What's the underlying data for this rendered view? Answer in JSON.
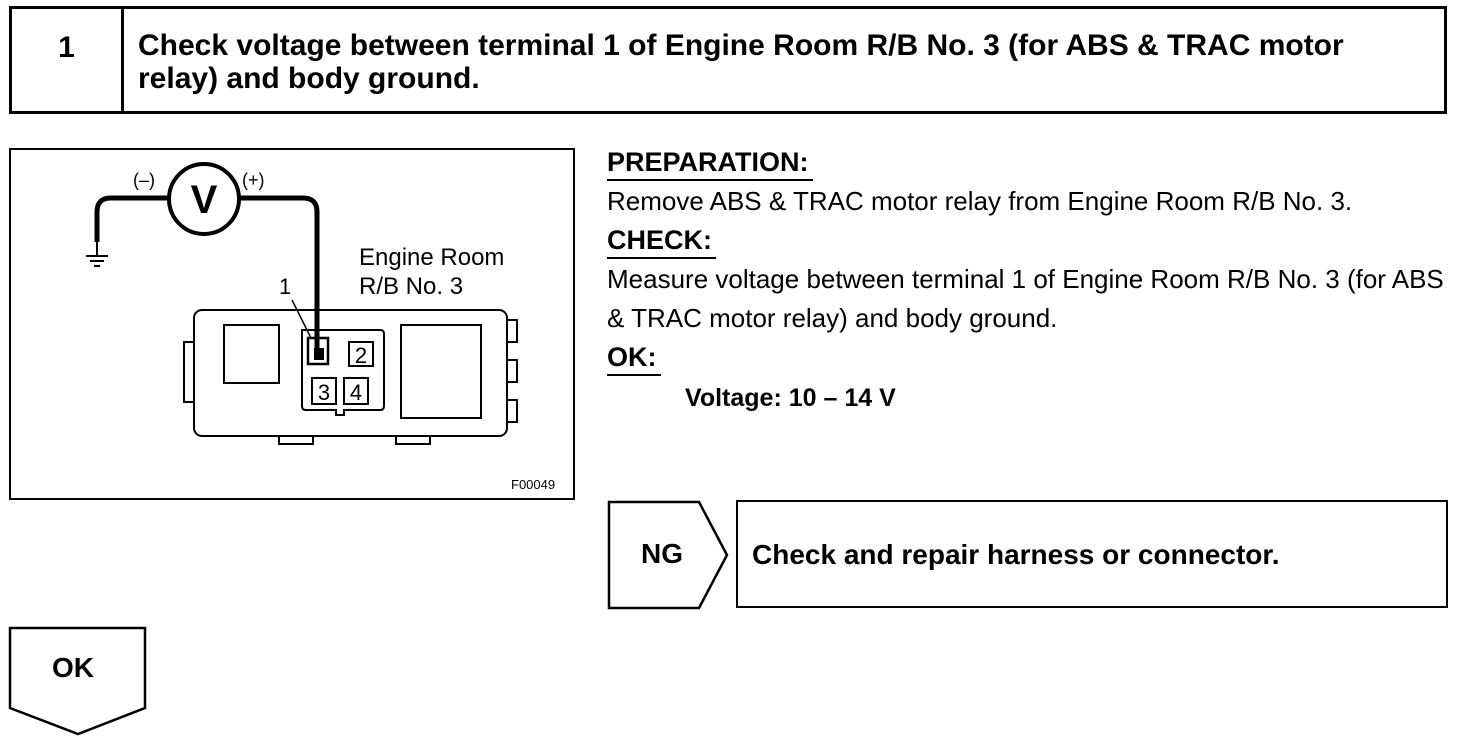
{
  "step": {
    "number": "1",
    "title": "Check voltage between terminal 1 of Engine Room R/B No. 3 (for ABS & TRAC motor relay) and body ground."
  },
  "figure": {
    "neg_label": "(–)",
    "pos_label": "(+)",
    "meter_label": "V",
    "rb_label_line1": "Engine Room",
    "rb_label_line2": "R/B No. 3",
    "terminal_callout": "1",
    "terminal_2": "2",
    "terminal_3": "3",
    "terminal_4": "4",
    "figure_code": "F00049",
    "icons": [
      "voltmeter-icon",
      "ground-icon"
    ]
  },
  "preparation": {
    "heading": "PREPARATION:",
    "text": "Remove ABS & TRAC motor relay from Engine Room R/B No. 3."
  },
  "check": {
    "heading": "CHECK:",
    "text": "Measure voltage between terminal 1 of Engine Room R/B No. 3 (for ABS & TRAC motor relay) and body ground."
  },
  "ok_spec": {
    "heading": "OK:",
    "value": "Voltage: 10 – 14 V"
  },
  "ng_result": {
    "label": "NG",
    "action": "Check and repair harness or connector."
  },
  "ok_result": {
    "label": "OK"
  }
}
